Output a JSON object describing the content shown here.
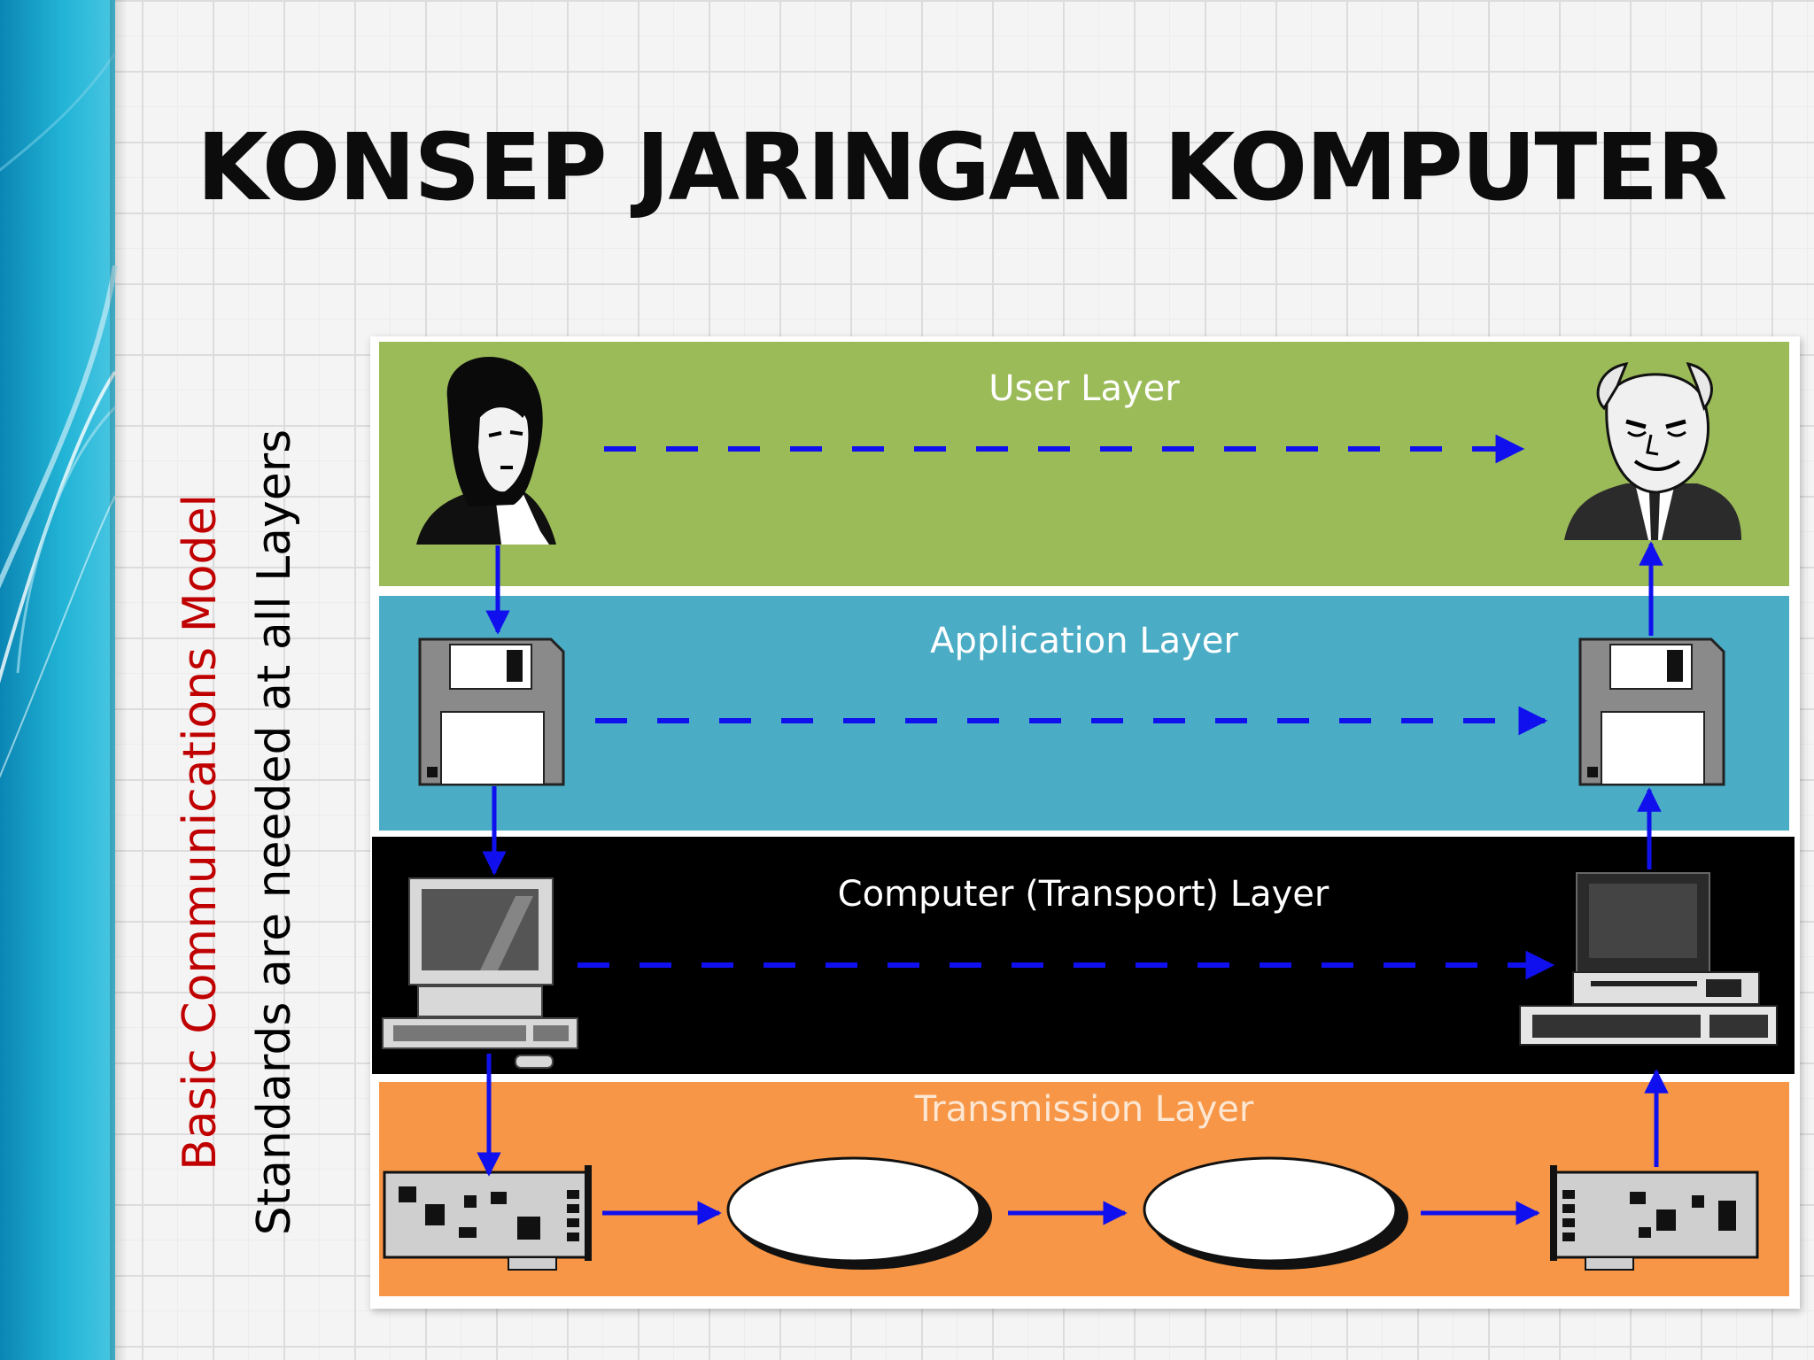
{
  "slide": {
    "title": "KONSEP JARINGAN KOMPUTER",
    "side_label_red": "Basic Communications Model",
    "side_label_black": "Standards are needed at all Layers"
  },
  "layers": [
    {
      "key": "user",
      "label": "User Layer",
      "color": "#9bbb59"
    },
    {
      "key": "application",
      "label": "Application Layer",
      "color": "#4bacc6"
    },
    {
      "key": "computer",
      "label": "Computer (Transport) Layer",
      "color": "#000000"
    },
    {
      "key": "transmission",
      "label": "Transmission Layer",
      "color": "#f79646"
    }
  ],
  "icons": {
    "sender_person": "woman-portrait-icon",
    "receiver_person": "man-portrait-icon",
    "application": "floppy-disk-icon",
    "computer": "desktop-computer-icon",
    "network_card": "network-interface-card-icon",
    "network_cloud": "network-ellipse-icon"
  },
  "colors": {
    "arrow": "#1010ee",
    "title": "#0c0c0c",
    "side_red": "#c00000",
    "side_band": "#1aa6c8"
  }
}
